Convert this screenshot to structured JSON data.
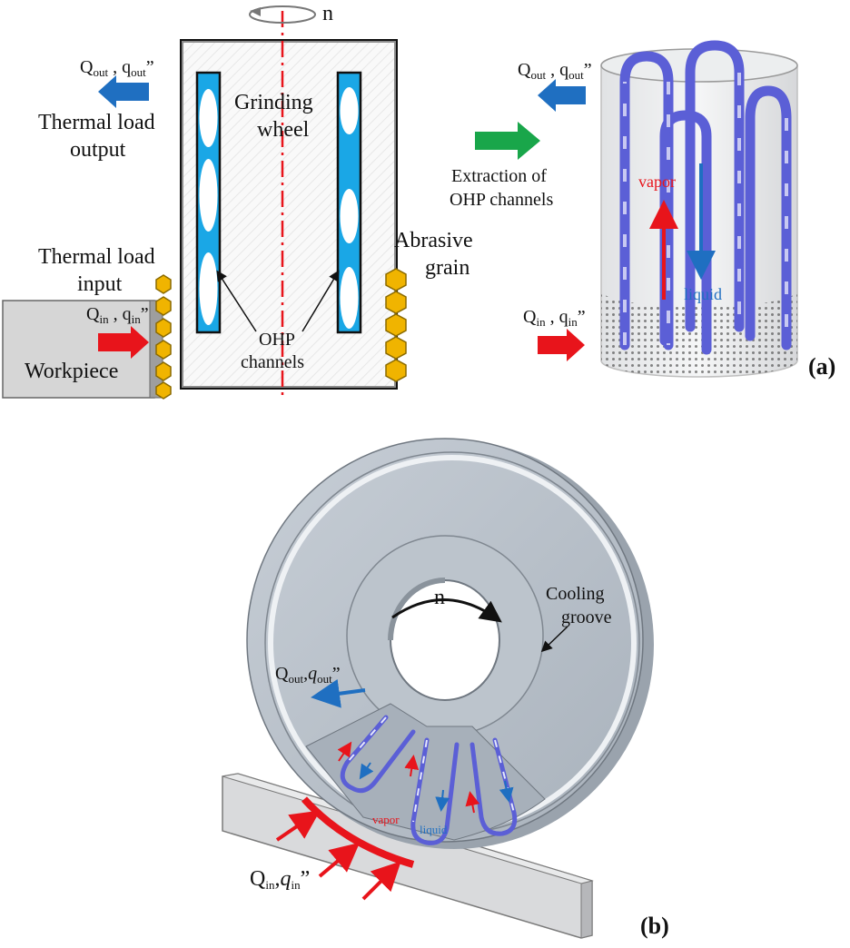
{
  "panel_a": {
    "rotation_label": "n",
    "q_out_top": {
      "Q": "Q",
      "Qsub": "out",
      "sep": " , q",
      "qsub": "out",
      "prime": "”"
    },
    "thermal_load_output": [
      "Thermal load",
      "output"
    ],
    "thermal_load_input": [
      "Thermal load",
      "input"
    ],
    "q_in_left": {
      "Q": "Q",
      "Qsub": "in",
      "sep": " , q",
      "qsub": "in",
      "prime": "”"
    },
    "workpiece": "Workpiece",
    "grinding_wheel": [
      "Grinding",
      "wheel"
    ],
    "ohp_channels": [
      "OHP",
      "channels"
    ],
    "abrasive_grain": [
      "Abrasive",
      "grain"
    ],
    "extraction": [
      "Extraction of",
      "OHP channels"
    ],
    "q_out_right": {
      "Q": "Q",
      "Qsub": "out",
      "sep": " , q",
      "qsub": "out",
      "prime": "”"
    },
    "vapor": "vapor",
    "liquid": "liquid",
    "q_in_right": {
      "Q": "Q",
      "Qsub": "in",
      "sep": " , q",
      "qsub": "in",
      "prime": "”"
    },
    "panel_tag": "(a)"
  },
  "panel_b": {
    "rotation_label": "n",
    "cooling_groove": [
      "Cooling",
      "groove"
    ],
    "q_out": {
      "Q": "Q",
      "Qsub": "out",
      "sep": ",",
      "q": "q",
      "qsub": "out",
      "prime": "”"
    },
    "vapor": "vapor",
    "liquid": "liquid",
    "q_in": {
      "Q": "Q",
      "Qsub": "in",
      "sep": ",",
      "q": "q",
      "qsub": "in",
      "prime": "”"
    },
    "panel_tag": "(b)"
  },
  "colors": {
    "heat_in": "#e8141b",
    "heat_out": "#1f6fc1",
    "extraction_arrow": "#19a64a",
    "channel_fill": "#1aa7e6",
    "grain": "#f0b400",
    "ohp_tube": "#5b5fd6"
  }
}
